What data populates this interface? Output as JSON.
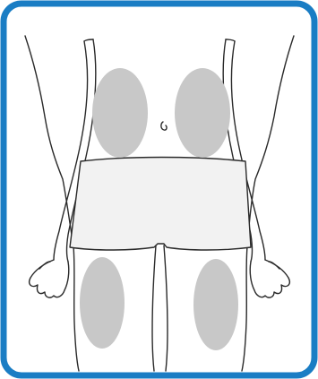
{
  "frame": {
    "border_color": "#1a7dc4",
    "background": "#ffffff"
  },
  "figure": {
    "outline_color": "#2a2a2a",
    "skin_fill": "#ffffff",
    "briefs_fill": "#f2f2f2",
    "injection_site_fill": "#c8c8c8",
    "injection_site_count": 4
  },
  "injection_sites": [
    {
      "region": "abdomen",
      "side": "right"
    },
    {
      "region": "abdomen",
      "side": "left"
    },
    {
      "region": "thigh",
      "side": "right"
    },
    {
      "region": "thigh",
      "side": "left"
    }
  ]
}
